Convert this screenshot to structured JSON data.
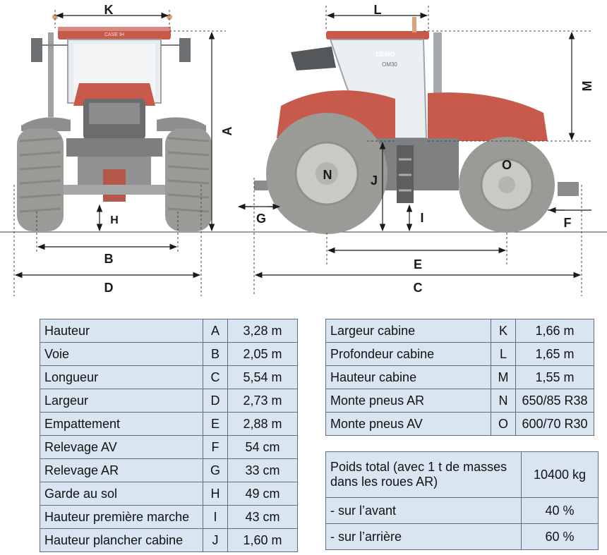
{
  "dimension_labels": {
    "A": "A",
    "B": "B",
    "C": "C",
    "D": "D",
    "E": "E",
    "F": "F",
    "G": "G",
    "H": "H",
    "I": "I",
    "J": "J",
    "K": "K",
    "L": "L",
    "M": "M",
    "N": "N",
    "O": "O"
  },
  "tractor_decals": {
    "front_grille": "CASE IH",
    "side_windshield": "DEMO",
    "side_model": "OM30"
  },
  "colors": {
    "body": "#c85a4c",
    "tire": "#9a9b97",
    "rim": "#c9cac6",
    "table_fill": "#d9e6f2",
    "table_border": "#5f6f80"
  },
  "table_left": [
    {
      "label": "Hauteur",
      "code": "A",
      "value": "3,28 m"
    },
    {
      "label": "Voie",
      "code": "B",
      "value": "2,05 m"
    },
    {
      "label": "Longueur",
      "code": "C",
      "value": "5,54 m"
    },
    {
      "label": "Largeur",
      "code": "D",
      "value": "2,73 m"
    },
    {
      "label": "Empattement",
      "code": "E",
      "value": "2,88 m"
    },
    {
      "label": "Relevage AV",
      "code": "F",
      "value": "54 cm"
    },
    {
      "label": "Relevage AR",
      "code": "G",
      "value": "33 cm"
    },
    {
      "label": "Garde au sol",
      "code": "H",
      "value": "49 cm"
    },
    {
      "label": "Hauteur première marche",
      "code": "I",
      "value": "43 cm"
    },
    {
      "label": "Hauteur plancher cabine",
      "code": "J",
      "value": "1,60 m"
    }
  ],
  "table_right": [
    {
      "label": "Largeur cabine",
      "code": "K",
      "value": "1,66 m"
    },
    {
      "label": "Profondeur cabine",
      "code": "L",
      "value": "1,65 m"
    },
    {
      "label": "Hauteur cabine",
      "code": "M",
      "value": "1,55 m"
    },
    {
      "label": "Monte pneus AR",
      "code": "N",
      "value": "650/85 R38"
    },
    {
      "label": "Monte pneus AV",
      "code": "O",
      "value": "600/70 R30"
    }
  ],
  "table_weight": [
    {
      "label": "Poids total (avec 1 t de masses dans les roues AR)",
      "value": "10400 kg"
    },
    {
      "label": "- sur l’avant",
      "value": "40 %"
    },
    {
      "label": "- sur l’arrière",
      "value": "60 %"
    }
  ]
}
